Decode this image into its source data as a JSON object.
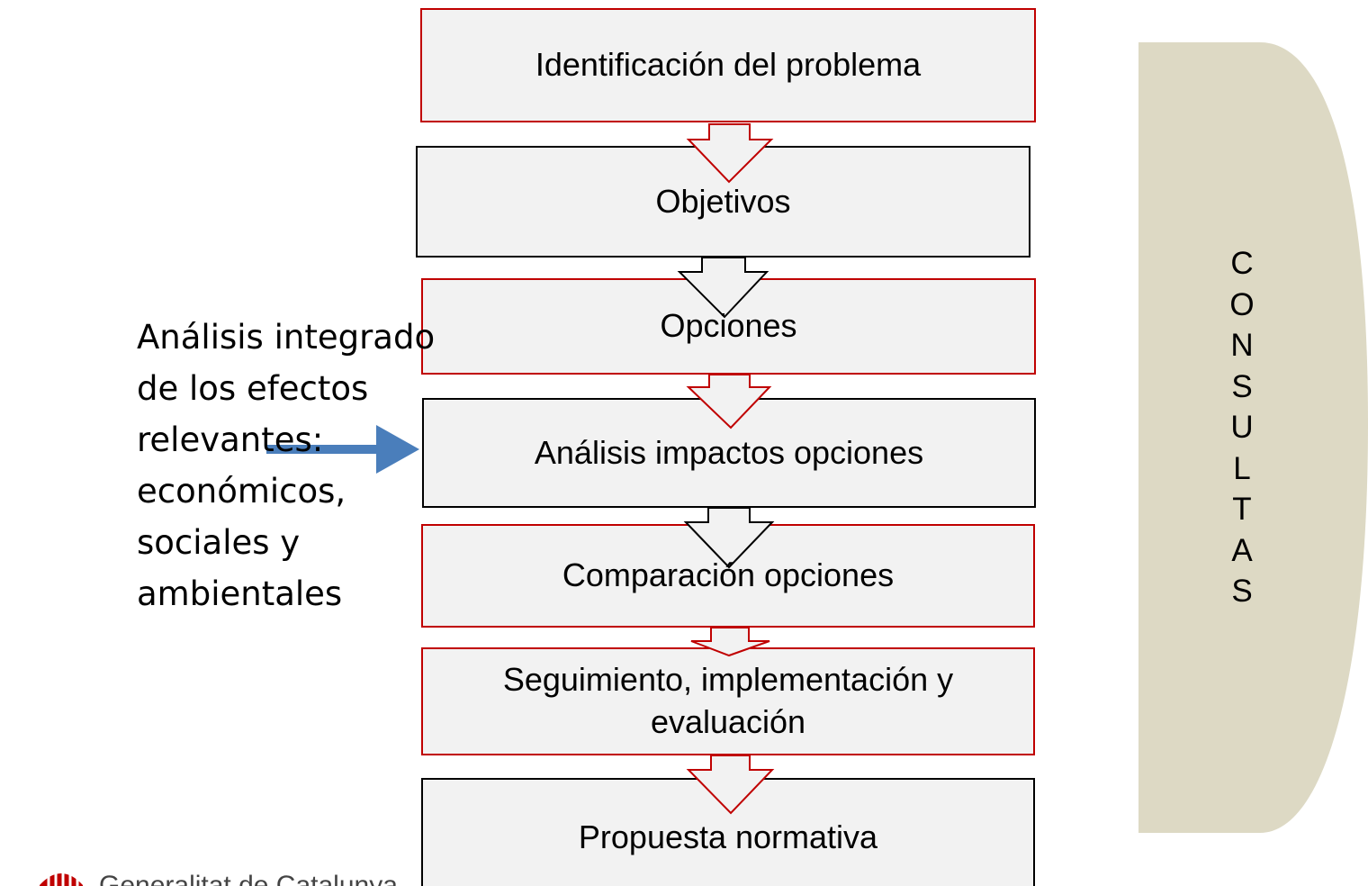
{
  "diagram": {
    "steps": [
      {
        "label": "Identificación del problema",
        "border": "#c00000"
      },
      {
        "label": "Objetivos",
        "border": "#000000"
      },
      {
        "label": "Opciones",
        "border": "#c00000"
      },
      {
        "label": "Análisis impactos opciones",
        "border": "#000000"
      },
      {
        "label": "Comparación opciones",
        "border": "#c00000"
      },
      {
        "label": "Seguimiento, implementación y evaluación",
        "border": "#c00000"
      },
      {
        "label": "Propuesta normativa",
        "border": "#000000"
      }
    ],
    "side_note_lines": [
      "Análisis integrado",
      "de los efectos",
      "relevantes:",
      "económicos,",
      "sociales y",
      "ambientales"
    ],
    "consultas_letters": [
      "C",
      "O",
      "N",
      "S",
      "U",
      "L",
      "T",
      "A",
      "S"
    ]
  },
  "footer": {
    "label": "Generalitat de Catalunya",
    "logo_icon": "generalitat-logo-icon"
  },
  "colors": {
    "box_fill": "#f2f2f2",
    "red_border": "#c00000",
    "arrow_blue": "#4a7ebb",
    "consultas_fill": "#ddd9c4"
  }
}
